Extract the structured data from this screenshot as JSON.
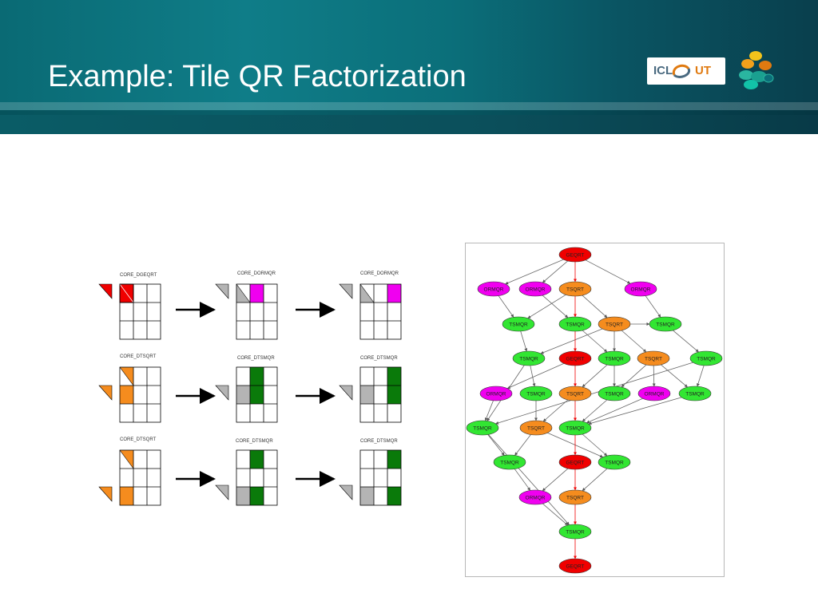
{
  "slide": {
    "title": "Example: Tile QR Factorization"
  },
  "logos": {
    "icl": "ICL",
    "ut": "UT"
  },
  "panels": {
    "row1_left_label": "CORE_DGEQRT",
    "row1_mid_label": "CORE_DORMQR",
    "row1_right_label": "CORE_DORMQR",
    "row2_left_label": "CORE_DTSQRT",
    "row2_mid_label": "CORE_DTSMQR",
    "row2_right_label": "CORE_DTSMQR",
    "row3_left_label": "CORE_DTSQRT",
    "row3_mid_label": "CORE_DTSMQR",
    "row3_right_label": "CORE_DTSMQR"
  },
  "graph": {
    "nodes": [
      {
        "label": "GEQRT",
        "color": "red"
      },
      {
        "label": "ORMQR",
        "color": "magenta"
      },
      {
        "label": "ORMQR",
        "color": "magenta"
      },
      {
        "label": "TSQRT",
        "color": "orange"
      },
      {
        "label": "ORMQR",
        "color": "magenta"
      },
      {
        "label": "TSMQR",
        "color": "green"
      },
      {
        "label": "TSMQR",
        "color": "green"
      },
      {
        "label": "TSQRT",
        "color": "orange"
      },
      {
        "label": "TSMQR",
        "color": "green"
      },
      {
        "label": "TSMQR",
        "color": "green"
      },
      {
        "label": "GEQRT",
        "color": "red"
      },
      {
        "label": "TSMQR",
        "color": "green"
      },
      {
        "label": "TSQRT",
        "color": "orange"
      },
      {
        "label": "TSMQR",
        "color": "green"
      },
      {
        "label": "ORMQR",
        "color": "magenta"
      },
      {
        "label": "TSMQR",
        "color": "green"
      },
      {
        "label": "TSQRT",
        "color": "orange"
      },
      {
        "label": "TSMQR",
        "color": "green"
      },
      {
        "label": "ORMQR",
        "color": "magenta"
      },
      {
        "label": "TSMQR",
        "color": "green"
      },
      {
        "label": "TSMQR",
        "color": "green"
      },
      {
        "label": "TSQRT",
        "color": "orange"
      },
      {
        "label": "TSMQR",
        "color": "green"
      },
      {
        "label": "TSMQR",
        "color": "green"
      },
      {
        "label": "GEQRT",
        "color": "red"
      },
      {
        "label": "TSMQR",
        "color": "green"
      },
      {
        "label": "ORMQR",
        "color": "magenta"
      },
      {
        "label": "TSQRT",
        "color": "orange"
      },
      {
        "label": "TSMQR",
        "color": "green"
      },
      {
        "label": "GEQRT",
        "color": "red"
      }
    ],
    "edges": [
      [
        0,
        1
      ],
      [
        0,
        2
      ],
      [
        0,
        3
      ],
      [
        0,
        4
      ],
      [
        1,
        5
      ],
      [
        2,
        6
      ],
      [
        3,
        5
      ],
      [
        3,
        6
      ],
      [
        3,
        7
      ],
      [
        4,
        8
      ],
      [
        7,
        9
      ],
      [
        7,
        11
      ],
      [
        7,
        12
      ],
      [
        7,
        8
      ],
      [
        5,
        9
      ],
      [
        6,
        10
      ],
      [
        6,
        11
      ],
      [
        8,
        13
      ],
      [
        9,
        15
      ],
      [
        10,
        14
      ],
      [
        10,
        16
      ],
      [
        11,
        16
      ],
      [
        11,
        17
      ],
      [
        12,
        17
      ],
      [
        12,
        18
      ],
      [
        12,
        19
      ],
      [
        13,
        19
      ],
      [
        9,
        20
      ],
      [
        14,
        20
      ],
      [
        15,
        21
      ],
      [
        16,
        21
      ],
      [
        16,
        22
      ],
      [
        17,
        22
      ],
      [
        18,
        22
      ],
      [
        19,
        22
      ],
      [
        13,
        20
      ],
      [
        21,
        23
      ],
      [
        21,
        25
      ],
      [
        22,
        24
      ],
      [
        22,
        25
      ],
      [
        20,
        23
      ],
      [
        23,
        26
      ],
      [
        24,
        26
      ],
      [
        24,
        27
      ],
      [
        25,
        27
      ],
      [
        26,
        28
      ],
      [
        27,
        28
      ],
      [
        20,
        28
      ],
      [
        28,
        29
      ]
    ],
    "red_edges": [
      [
        0,
        3
      ],
      [
        3,
        6
      ],
      [
        6,
        10
      ],
      [
        10,
        16
      ],
      [
        16,
        22
      ],
      [
        22,
        24
      ],
      [
        24,
        27
      ],
      [
        27,
        28
      ],
      [
        28,
        29
      ]
    ],
    "colors": {
      "red": "#f00000",
      "magenta": "#f000f0",
      "orange": "#f58c1e",
      "green": "#32e632",
      "dark_green": "#0a7a0a",
      "gray": "#b4b4b4"
    }
  }
}
